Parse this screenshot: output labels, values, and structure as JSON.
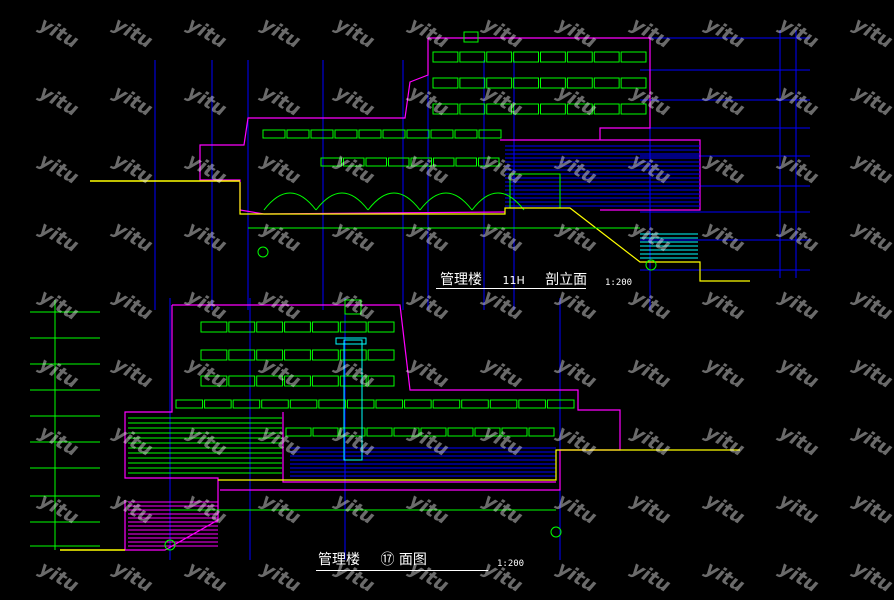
{
  "watermark": "yitu",
  "colors": {
    "background": "#000000",
    "outline": "#ff00ff",
    "structure": "#0000ff",
    "windows": "#00ff00",
    "ground": "#ffff00",
    "stair": "#00ffff",
    "text": "#ffffff"
  },
  "upper_drawing": {
    "title_cn": "管理楼",
    "title_mark": "11H",
    "title_view": "剖立面",
    "scale": "1:200"
  },
  "lower_drawing": {
    "title_cn": "管理楼",
    "title_mark": "⑰",
    "title_view": "面图",
    "scale": "1:200"
  }
}
